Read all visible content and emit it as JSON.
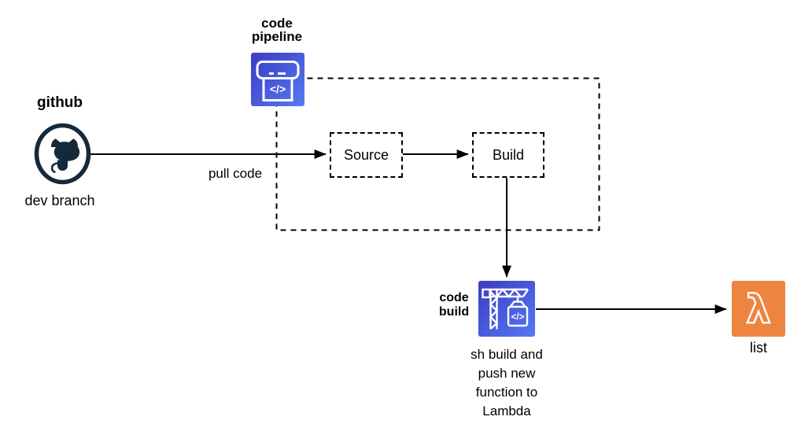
{
  "colors": {
    "aws_devtools_gradient_start": "#3b3bc4",
    "aws_devtools_gradient_end": "#567af2",
    "lambda_orange": "#ed8540",
    "github_navy": "#16293b",
    "line_color": "#000000"
  },
  "nodes": {
    "github": {
      "title": "github",
      "subtitle": "dev branch"
    },
    "codepipeline": {
      "label_line1": "code",
      "label_line2": "pipeline",
      "glyph": "</>"
    },
    "source_stage": {
      "label": "Source"
    },
    "build_stage": {
      "label": "Build"
    },
    "codebuild": {
      "label_line1": "code",
      "label_line2": "build",
      "glyph": "</>",
      "caption": "sh build and push new function to Lambda"
    },
    "lambda": {
      "glyph": "λ",
      "label": "list"
    }
  },
  "edges": {
    "github_to_source": {
      "label": "pull code"
    }
  }
}
